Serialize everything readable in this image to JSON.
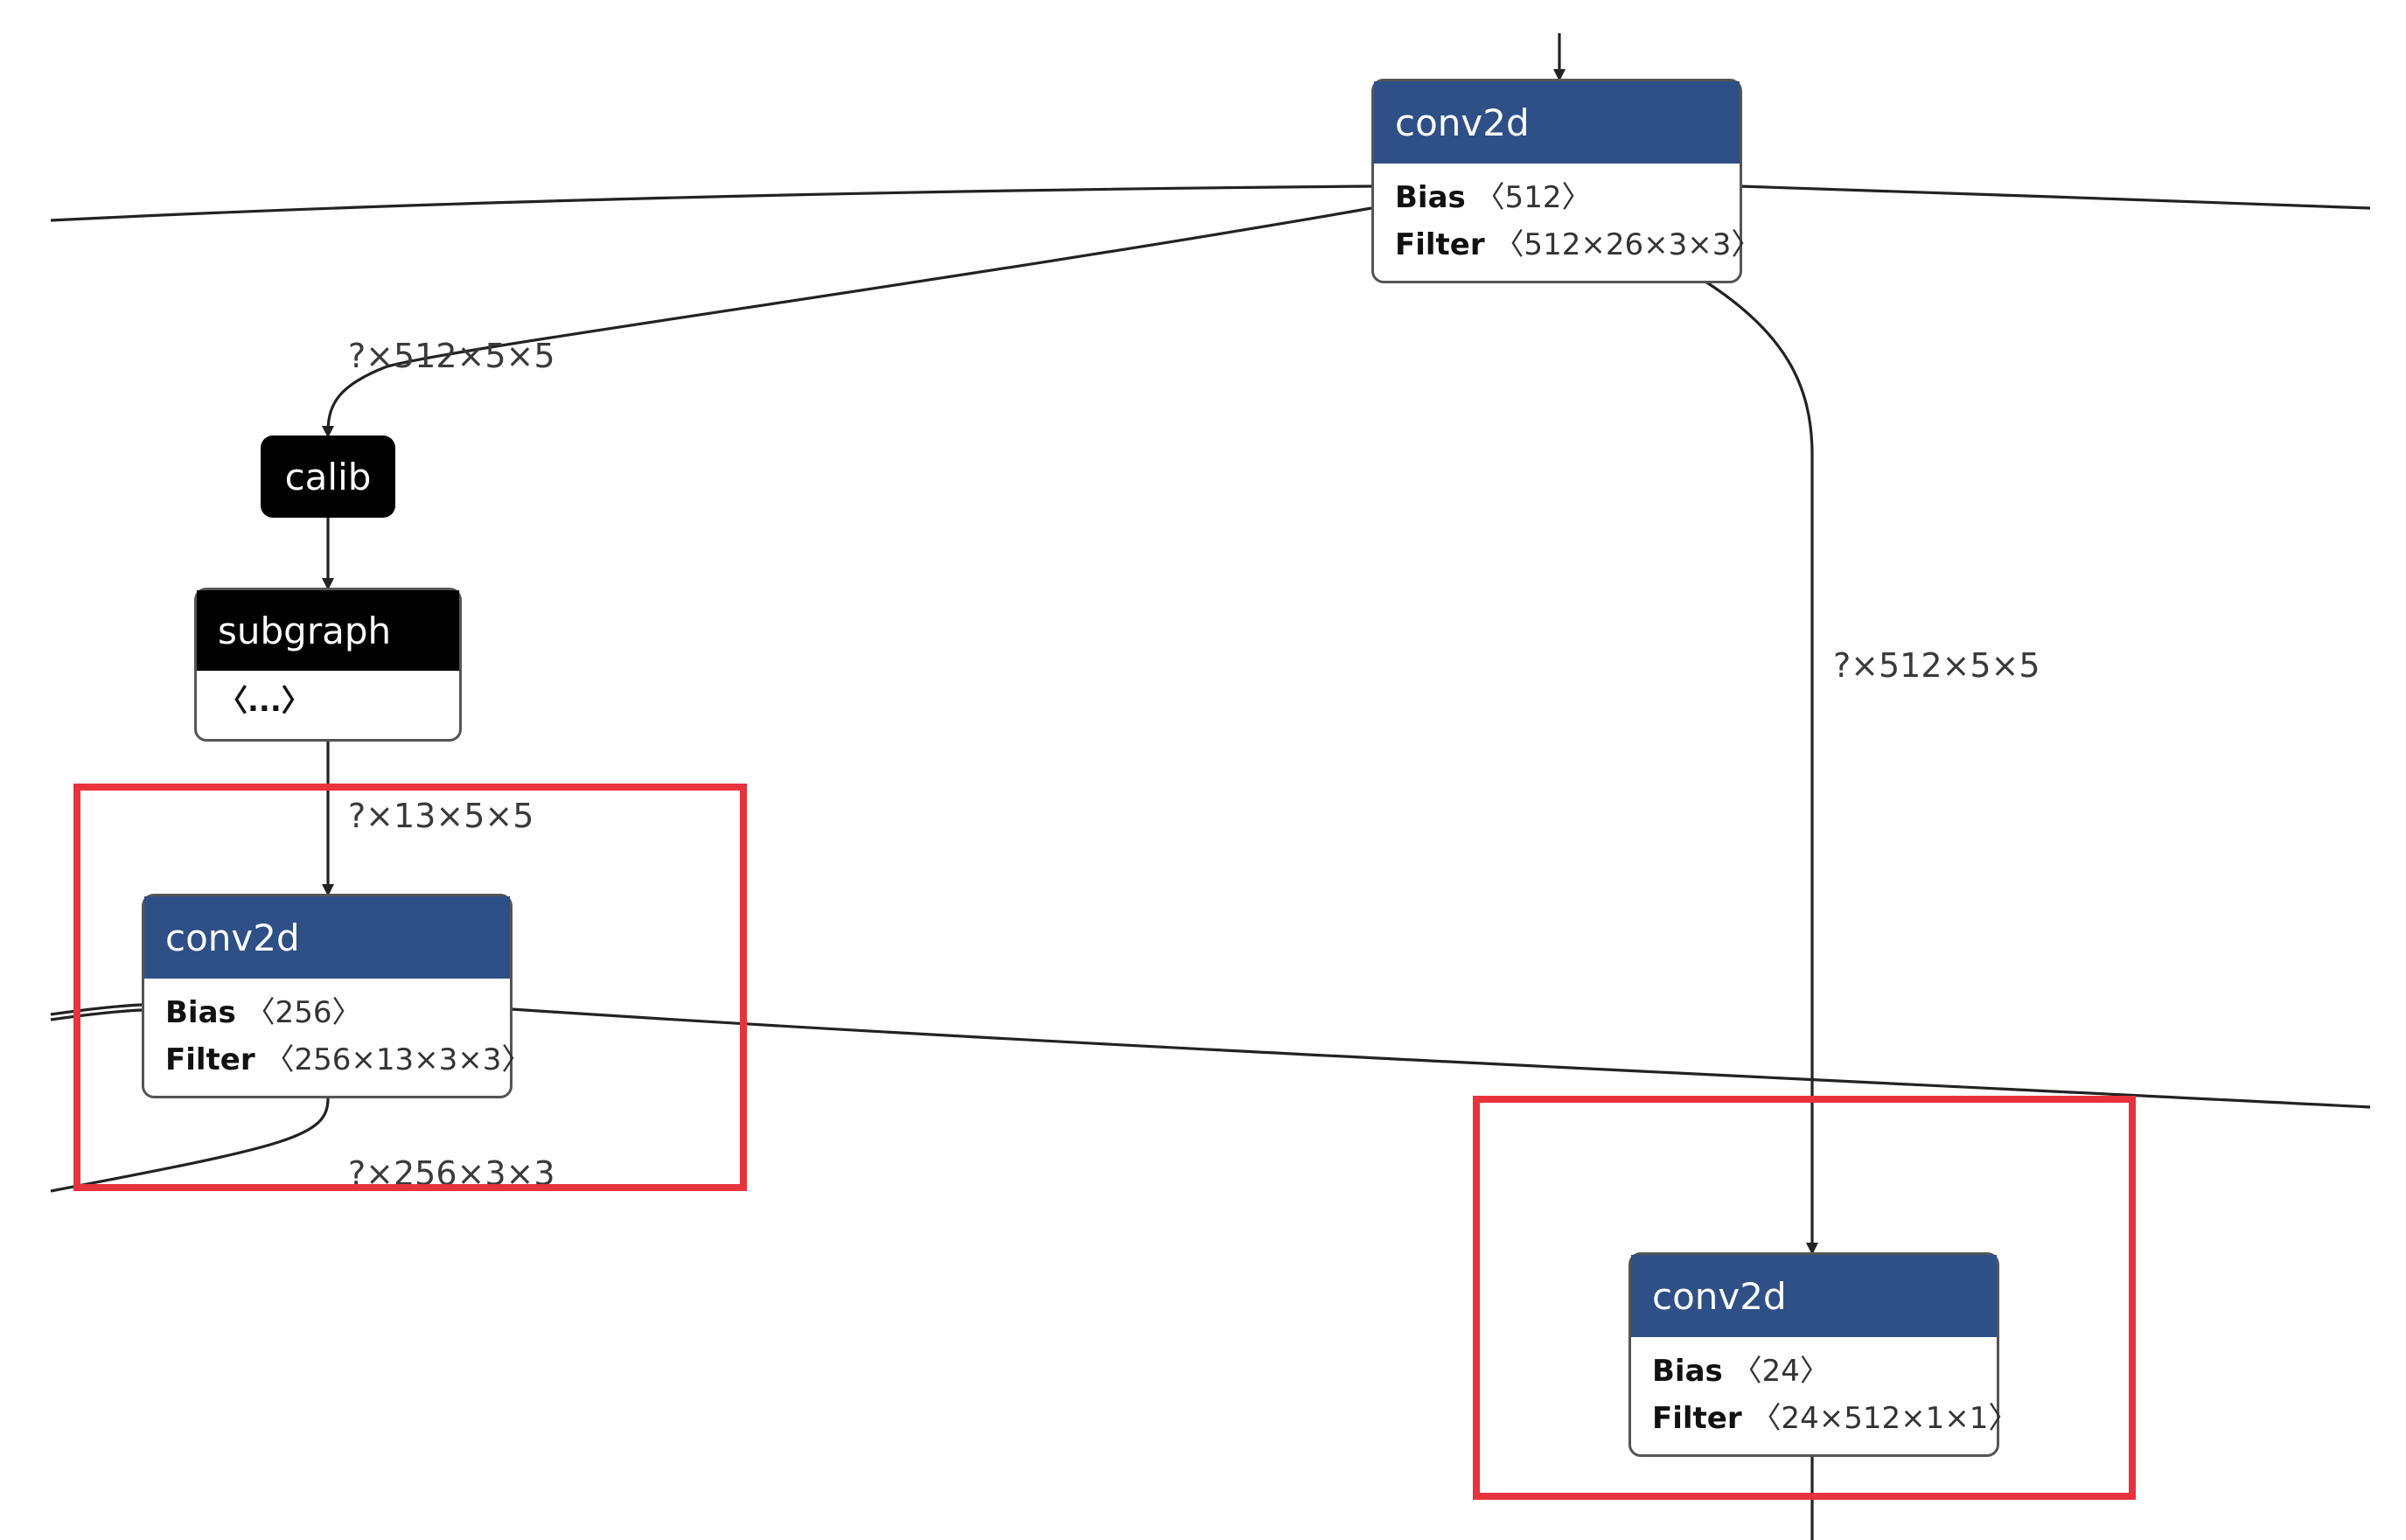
{
  "edge_labels": {
    "top_to_calib": "?×512×5×5",
    "top_to_bottom_right": "?×512×5×5",
    "subgraph_to_conv": "?×13×5×5",
    "conv_left_out": "?×256×3×3"
  },
  "nodes": {
    "conv_top": {
      "title": "conv2d",
      "bias_name": "Bias",
      "bias_value": "〈512〉",
      "filter_name": "Filter",
      "filter_value": "〈512×26×3×3〉"
    },
    "calib": {
      "title": "calib"
    },
    "subgraph": {
      "title": "subgraph",
      "body": "〈...〉"
    },
    "conv_left": {
      "title": "conv2d",
      "bias_name": "Bias",
      "bias_value": "〈256〉",
      "filter_name": "Filter",
      "filter_value": "〈256×13×3×3〉"
    },
    "conv_right": {
      "title": "conv2d",
      "bias_name": "Bias",
      "bias_value": "〈24〉",
      "filter_name": "Filter",
      "filter_value": "〈24×512×1×1〉"
    }
  },
  "colors": {
    "node_header": "#2f4f87",
    "dark_node": "#000000",
    "highlight": "#e8323c",
    "edge": "#222222"
  }
}
